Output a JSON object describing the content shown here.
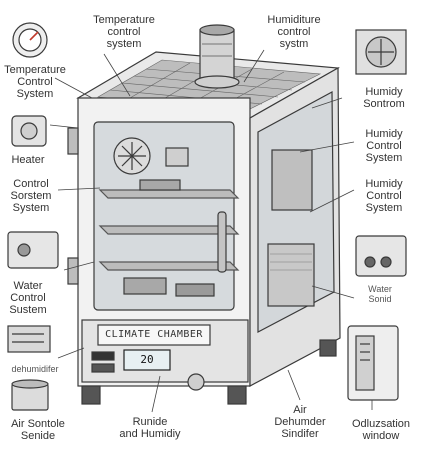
{
  "labels": {
    "top_center": "Temperature\ncontrol\nsystem",
    "top_right": "Humiditure\ncontrol\nsystm",
    "left_1": "Temperature\nControl\nSystem",
    "left_2": "Heater",
    "left_3": "Control\nSorstem\nSystem",
    "left_4": "Water\nControl\nSustem",
    "left_5": "dehumidifer",
    "bottom_left": "Air Sontole\nSenide",
    "bottom_center": "Runide\nand Humidiy",
    "bottom_center_right": "Air\nDehumder\nSindifer",
    "bottom_right": "Odluzsation\nwindow",
    "right_1": "Humidy\nSontrom",
    "right_2": "Humidy\nControl\nSystem",
    "right_3": "Humidy\nControl\nSystem",
    "right_4": "Water\nSonid"
  },
  "chamber_plate": "CLIMATE CHAMBER",
  "display_value": "20"
}
